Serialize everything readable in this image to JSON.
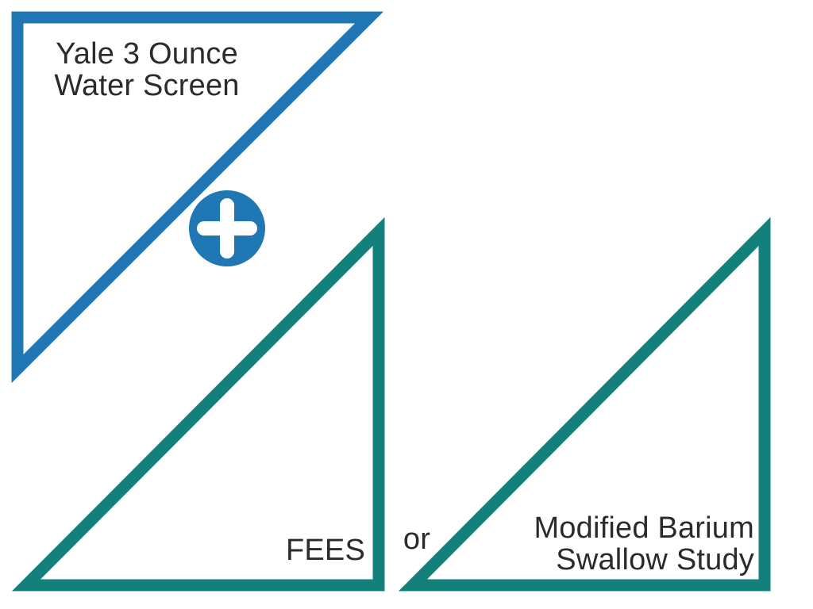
{
  "colors": {
    "blue": "#1f78b4",
    "teal": "#13807c",
    "text": "#2b2b2b",
    "background": "#ffffff"
  },
  "step1": {
    "line1": "Yale 3 Ounce",
    "line2": "Water Screen"
  },
  "connector_plus": {
    "icon": "plus-icon"
  },
  "step2a": {
    "label": "FEES"
  },
  "connector_or": {
    "label": "or"
  },
  "step2b": {
    "line1": "Modified Barium",
    "line2": "Swallow Study"
  }
}
